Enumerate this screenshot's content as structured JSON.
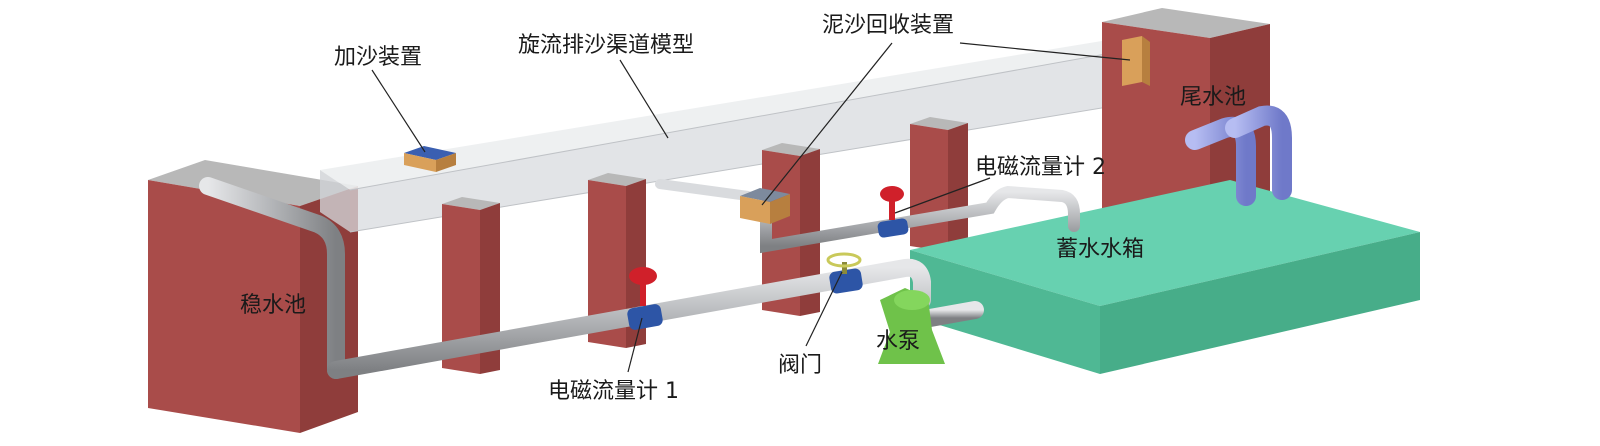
{
  "labels": {
    "sand_feeder": "加沙装置",
    "channel_model": "旋流排沙渠道模型",
    "sediment_recovery": "泥沙回收装置",
    "tail_pool": "尾水池",
    "flowmeter_2": "电磁流量计 2",
    "storage_tank": "蓄水水箱",
    "stilling_pool": "稳水池",
    "pump": "水泵",
    "valve": "阀门",
    "flowmeter_1": "电磁流量计 1"
  },
  "colors": {
    "pool": "#a94c4a",
    "pool_top": "#b7b7b7",
    "channel": "#e3e5e8",
    "pipe": "#b4b6b9",
    "flowmeter_band": "#2d55a6",
    "valve_red": "#d0202a",
    "valve_wheel": "#c9c95a",
    "box_orange": "#d9a05a",
    "tank": "#5cc6a6",
    "pump": "#6fc24a",
    "tail_pipe": "#8c95dd"
  }
}
